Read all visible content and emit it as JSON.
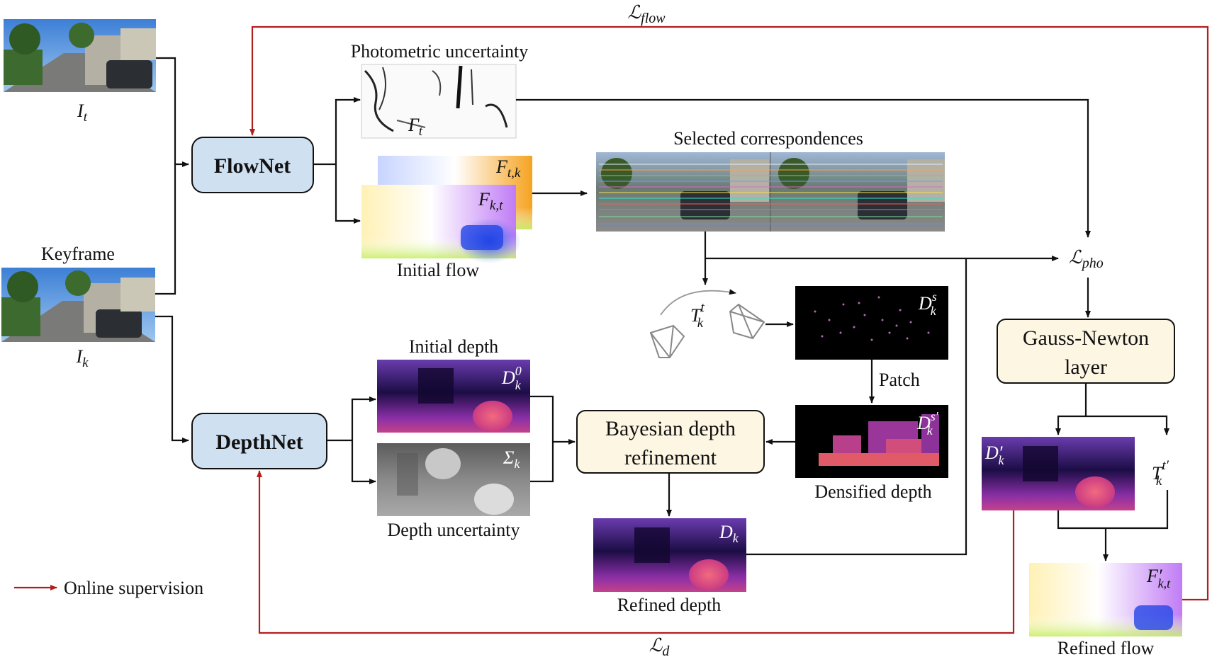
{
  "diagram": {
    "networks": {
      "flownet": "FlowNet",
      "depthnet": "DepthNet"
    },
    "modules": {
      "bayes_line1": "Bayesian depth",
      "bayes_line2": "refinement",
      "gauss_line1": "Gauss-Newton",
      "gauss_line2": "layer"
    },
    "images": {
      "I_t": "I",
      "I_t_sub": "t",
      "keyframe": "Keyframe",
      "I_k": "I",
      "I_k_sub": "k",
      "photometric_title": "Photometric uncertainty",
      "gamma": "Γ",
      "gamma_sub": "t",
      "F_tk": "F",
      "F_tk_sub": "t,k",
      "F_kt": "F",
      "F_kt_sub": "k,t",
      "initial_flow": "Initial flow",
      "selected_corr": "Selected correspondences",
      "initial_depth": "Initial depth",
      "D0": "D",
      "D0_sub": "k",
      "D0_sup": "0",
      "sigma": "Σ",
      "sigma_sub": "k",
      "depth_unc": "Depth uncertainty",
      "Ds": "D",
      "Ds_sub": "k",
      "Ds_sup": "s",
      "patch": "Patch",
      "Dsp": "D",
      "Dsp_sub": "k",
      "Dsp_sup": "s′",
      "densified": "Densified depth",
      "Dk": "D",
      "Dk_sub": "k",
      "refined_depth": "Refined depth",
      "Dkp": "D′",
      "Dkp_sub": "k",
      "Tkt": "T",
      "Tkt_sub": "k",
      "Tkt_sup": "t",
      "Tktp": "T",
      "Tktp_sub": "k",
      "Tktp_sup": "t′",
      "Fktp": "F′",
      "Fktp_sub": "k,t",
      "refined_flow": "Refined flow"
    },
    "losses": {
      "L_flow": "ℒ",
      "L_flow_sub": "flow",
      "L_pho": "ℒ",
      "L_pho_sub": "pho",
      "L_d": "ℒ",
      "L_d_sub": "d"
    },
    "legend": {
      "online_supervision": "Online supervision"
    },
    "colors": {
      "network_box": "#cfe0f1",
      "module_box": "#fdf6e3",
      "supervision_arrow": "#b21e1e"
    }
  }
}
